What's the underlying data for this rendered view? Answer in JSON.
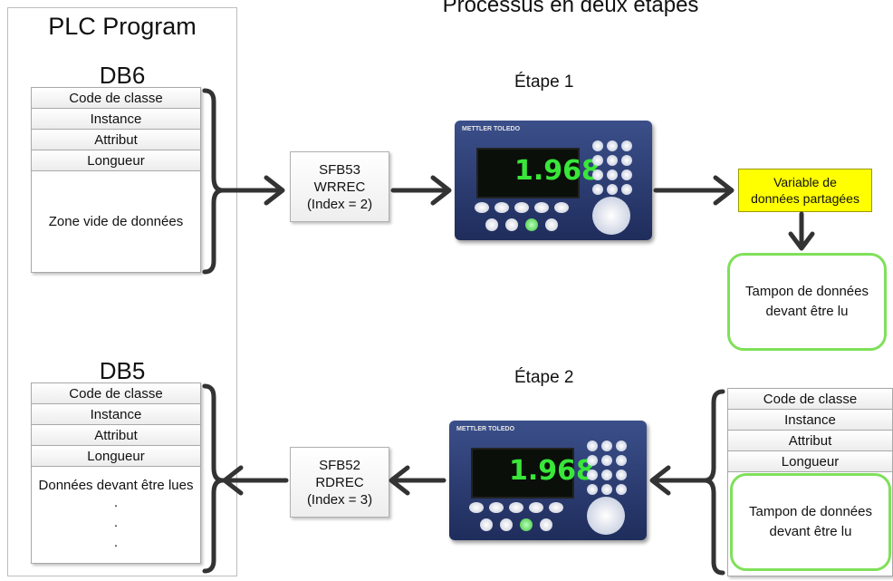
{
  "title": "Processus en deux étapes",
  "plc": {
    "title": "PLC Program",
    "db6": {
      "name": "DB6",
      "rows": [
        "Code de classe",
        "Instance",
        "Attribut",
        "Longueur"
      ],
      "body": "Zone vide de données"
    },
    "db5": {
      "name": "DB5",
      "rows": [
        "Code de classe",
        "Instance",
        "Attribut",
        "Longueur"
      ],
      "body": "Données devant être lues",
      "dots": [
        ".",
        ".",
        "."
      ]
    }
  },
  "step1": {
    "label": "Étape 1",
    "sfb": [
      "SFB53",
      "WRREC",
      "(Index = 2)"
    ],
    "variable": [
      "Variable de",
      "données partagées"
    ],
    "buffer": [
      "Tampon de données",
      "devant être lu"
    ]
  },
  "step2": {
    "label": "Étape 2",
    "sfb": [
      "SFB52",
      "RDREC",
      "(Index = 3)"
    ],
    "rows": [
      "Code de classe",
      "Instance",
      "Attribut",
      "Longueur"
    ],
    "buffer": [
      "Tampon de données",
      "devant être lu"
    ]
  },
  "terminal": {
    "brand": "METTLER TOLEDO",
    "weight": "1.968"
  },
  "colors": {
    "yellow": "#ffff00",
    "green_outline": "#7fe05a",
    "arrow": "#333333",
    "terminal_blue": "#2b3c73",
    "weight_green": "#39e639"
  }
}
